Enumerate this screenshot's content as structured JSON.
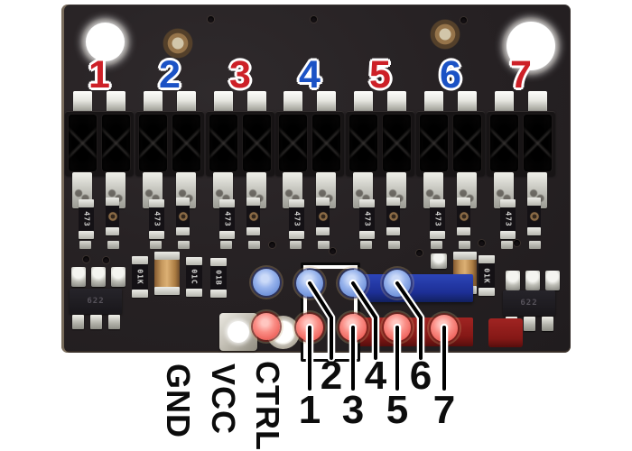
{
  "top_numbers": [
    {
      "label": "1",
      "color": "#cd2027"
    },
    {
      "label": "2",
      "color": "#1b52c5"
    },
    {
      "label": "3",
      "color": "#cd2027"
    },
    {
      "label": "4",
      "color": "#1b52c5"
    },
    {
      "label": "5",
      "color": "#cd2027"
    },
    {
      "label": "6",
      "color": "#1b52c5"
    },
    {
      "label": "7",
      "color": "#cd2027"
    }
  ],
  "bottom_numbers": [
    "1",
    "2",
    "3",
    "4",
    "5",
    "6",
    "7"
  ],
  "pin_names": [
    "GND",
    "VCC",
    "CTRL"
  ],
  "component_labels": {
    "sensor_resistor": "473",
    "ic_left": "622",
    "ic_right": "622",
    "res_a": "01K",
    "res_b": "01C",
    "res_c": "01B",
    "res_right": "01K"
  },
  "colors": {
    "board": "#272224",
    "red_label": "#cd2027",
    "blue_label": "#1b52c5",
    "even_band_blue": "#1d2f96",
    "odd_band_red": "#851816",
    "even_pin_blue": "#97b3ec",
    "odd_pin_red": "#f3736d",
    "callout_core": "#000000",
    "callout_casing": "#ffffff"
  }
}
